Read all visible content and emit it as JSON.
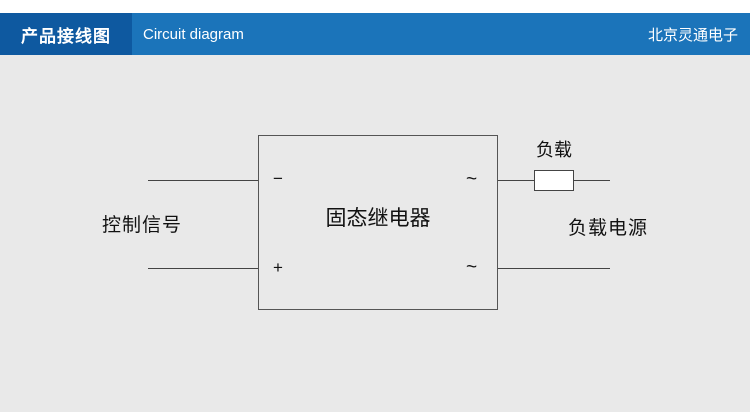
{
  "header": {
    "title_zh": "产品接线图",
    "title_en": "Circuit diagram",
    "company": "北京灵通电子",
    "bar_color": "#1b74ba",
    "tag_color": "#0e59a0"
  },
  "diagram": {
    "relay_label": "固态继电器",
    "control_signal_label": "控制信号",
    "load_label": "负载",
    "load_power_label": "负载电源",
    "terminal_minus": "−",
    "terminal_plus": "+",
    "terminal_ac_top": "~",
    "terminal_ac_bottom": "~"
  },
  "colors": {
    "canvas_background": "#e9e9e9",
    "line_color": "#444444"
  }
}
